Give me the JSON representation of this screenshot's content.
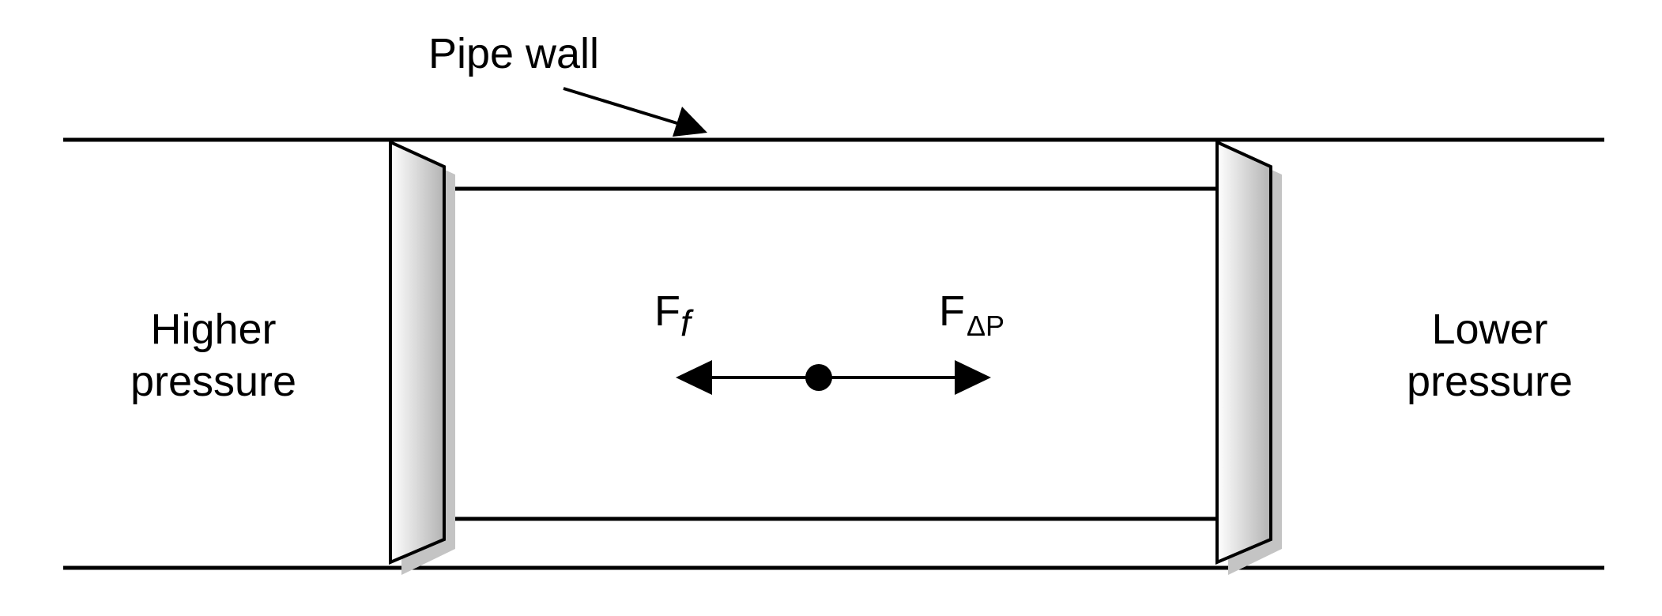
{
  "labels": {
    "pipe_wall": "Pipe wall",
    "left_side_line1": "Higher",
    "left_side_line2": "pressure",
    "right_side_line1": "Lower",
    "right_side_line2": "pressure",
    "friction_force_symbol": "F",
    "friction_force_subscript": "f",
    "pressure_force_symbol": "F",
    "pressure_force_subscript": "ΔP"
  },
  "colors": {
    "line": "#000000",
    "background": "#ffffff",
    "shadow": "#c4c4c4",
    "piston_light": "#ffffff",
    "piston_dark": "#b3b3b3"
  }
}
